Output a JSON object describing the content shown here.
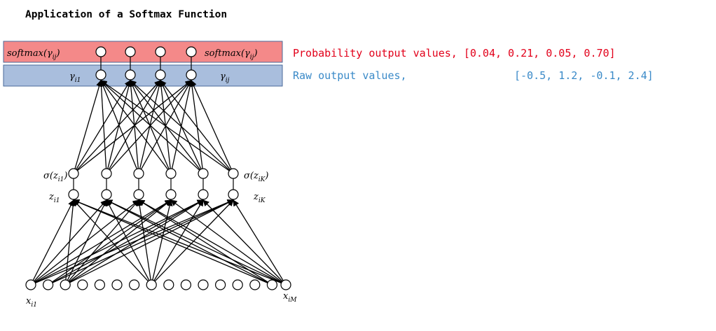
{
  "title": "Application of a Softmax Function",
  "softmax_band": {
    "left_label": "softmax(γ",
    "left_sub": "ij",
    "right_label": "softmax(γ",
    "right_sub": "ij",
    "close": ")",
    "color": "#F48989"
  },
  "raw_band": {
    "left_label": "γ",
    "left_sub": "i1",
    "right_label": "γ",
    "right_sub": "ij",
    "color": "#A9BEDD"
  },
  "probability_text": "Probability output values, [0.04, 0.21, 0.05, 0.70]",
  "probability_color": "#E2001A",
  "raw_prefix": "Raw output values,",
  "raw_values": "[-0.5, 1.2, -0.1, 2.4]",
  "raw_color": "#3A8AC8",
  "hidden": {
    "activation_left": "σ(z",
    "activation_left_sub": "i1",
    "activation_right": "σ(z",
    "activation_right_sub": "iK",
    "close": ")",
    "z_left": "z",
    "z_left_sub": "i1",
    "z_right": "z",
    "z_right_sub": "iK"
  },
  "inputs": {
    "left": "x",
    "left_sub": "i1",
    "right": "x",
    "right_sub": "iM"
  }
}
